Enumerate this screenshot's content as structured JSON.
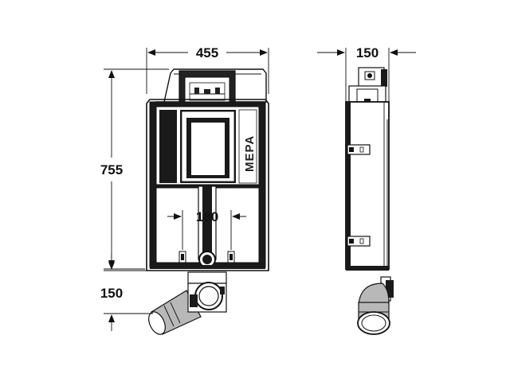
{
  "dimensions": {
    "front_width": "455",
    "side_depth": "150",
    "height": "755",
    "outlet_spacing": "180",
    "outlet_height": "150"
  },
  "brand_mark": "MEPA",
  "colors": {
    "line": "#111111",
    "fill_dark": "#111111",
    "fill_light": "#b8b8b8",
    "background": "#ffffff"
  }
}
